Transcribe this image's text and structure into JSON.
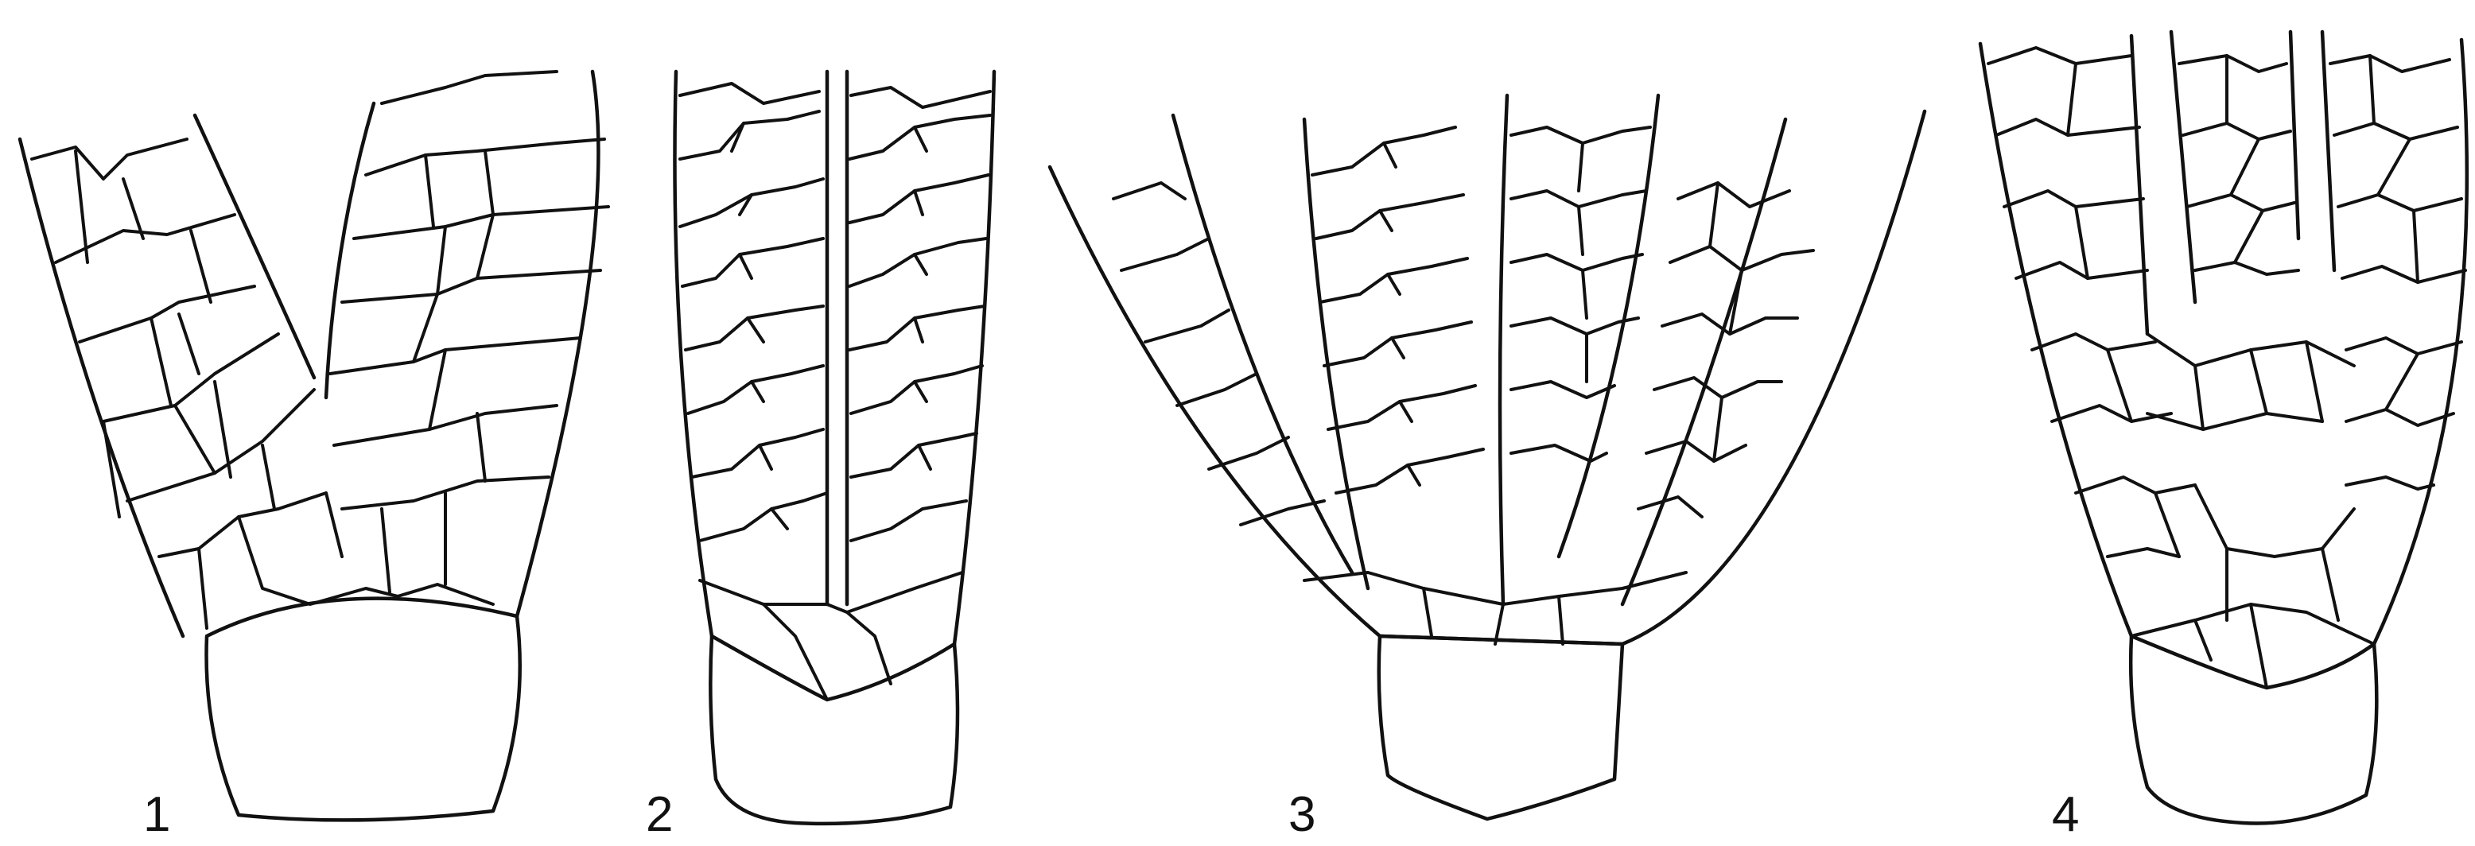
{
  "figure": {
    "panels": [
      {
        "label": "1",
        "description_name": "bifurcating-frond"
      },
      {
        "label": "2",
        "description_name": "paired-parallel-rows"
      },
      {
        "label": "3",
        "description_name": "four-lobed-fan"
      },
      {
        "label": "4",
        "description_name": "three-lobed-fan"
      }
    ]
  }
}
